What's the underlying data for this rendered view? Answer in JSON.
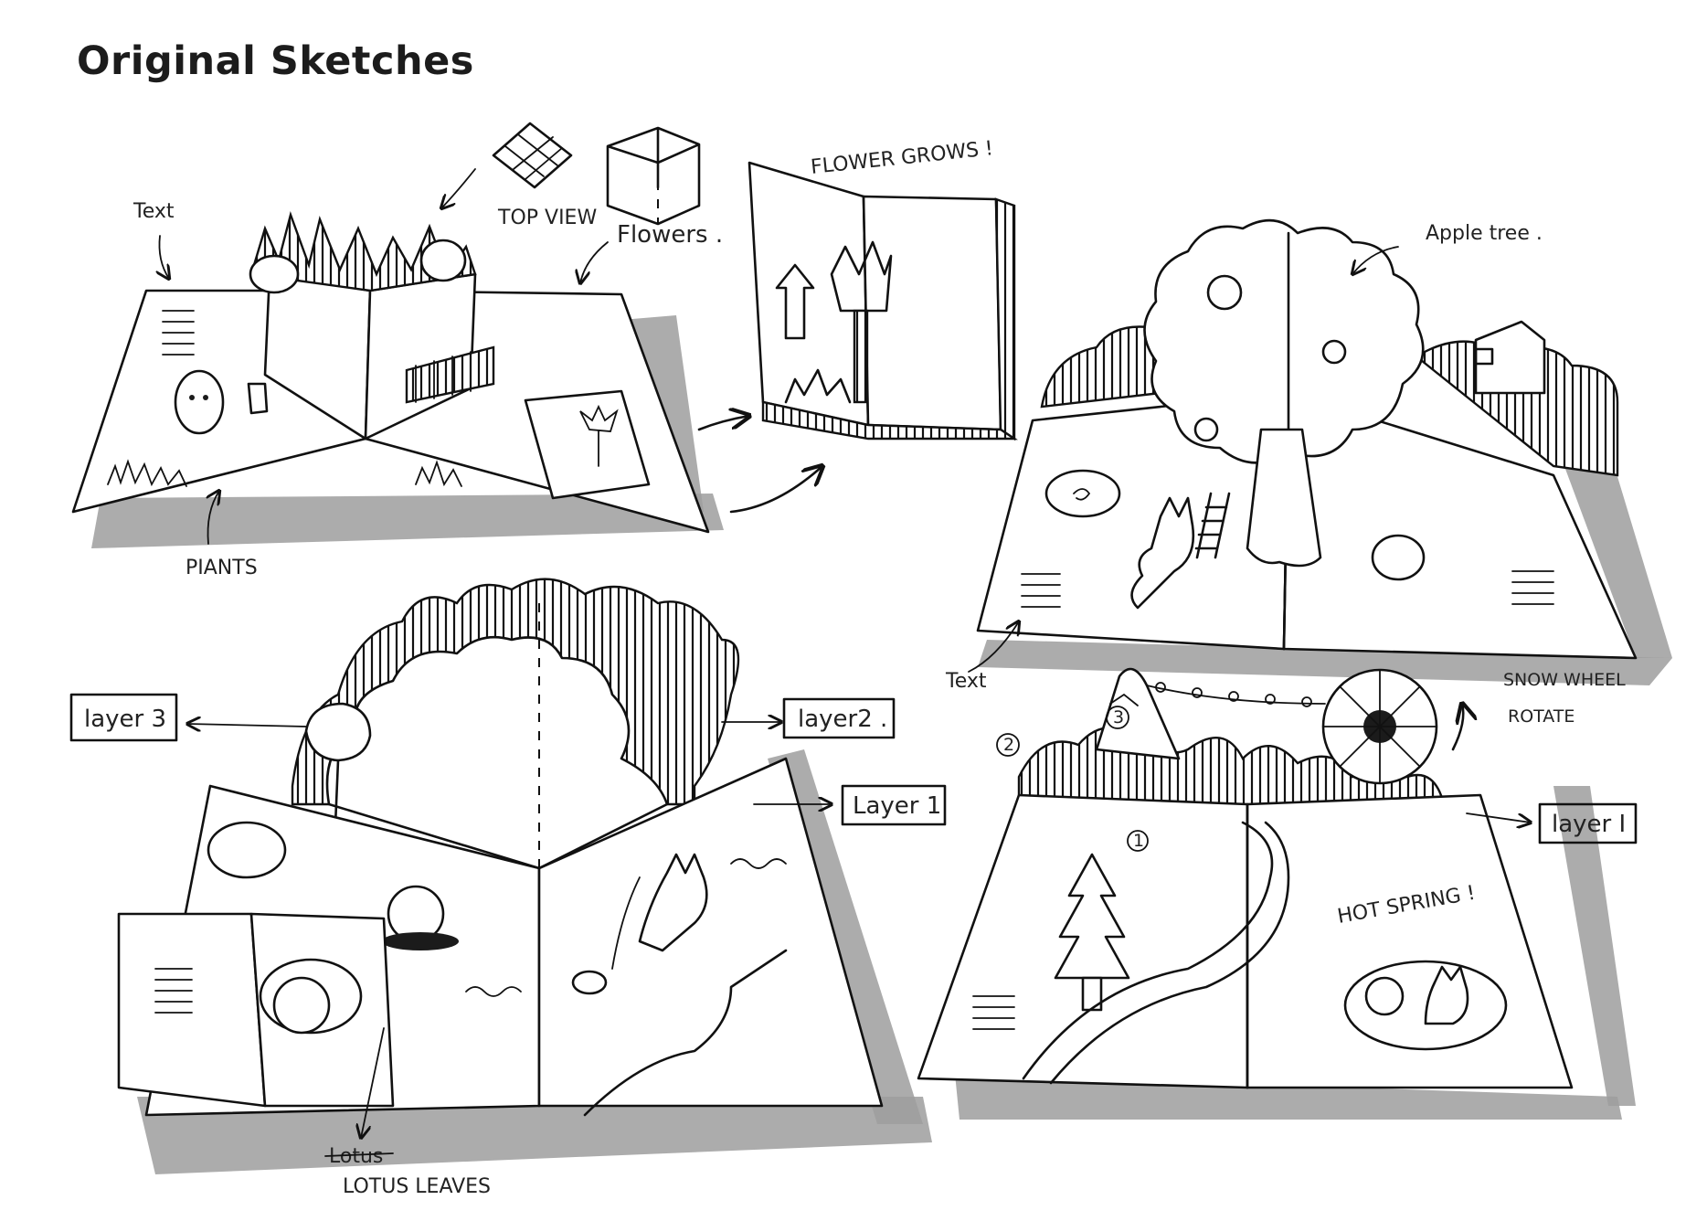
{
  "title": "Original Sketches",
  "labels": {
    "text_top_left": "Text",
    "top_view": "TOP VIEW",
    "flowers": "Flowers .",
    "flower_grows": "FLOWER GROWS !",
    "plants": "PIANTS",
    "apple_tree": "Apple tree .",
    "text_right": "Text",
    "snow_wheel": "SNOW WHEEL",
    "rotate": "ROTATE",
    "layer3": "layer 3",
    "layer2": "layer2 .",
    "layer1_left": "Layer 1",
    "layer1_right": "layer I",
    "hot_spring": "HOT SPRING !",
    "lotus_struck": "Lotus",
    "lotus_leaves": "LOTUS LEAVES",
    "num_1": "1",
    "num_2": "2",
    "num_3": "3"
  }
}
